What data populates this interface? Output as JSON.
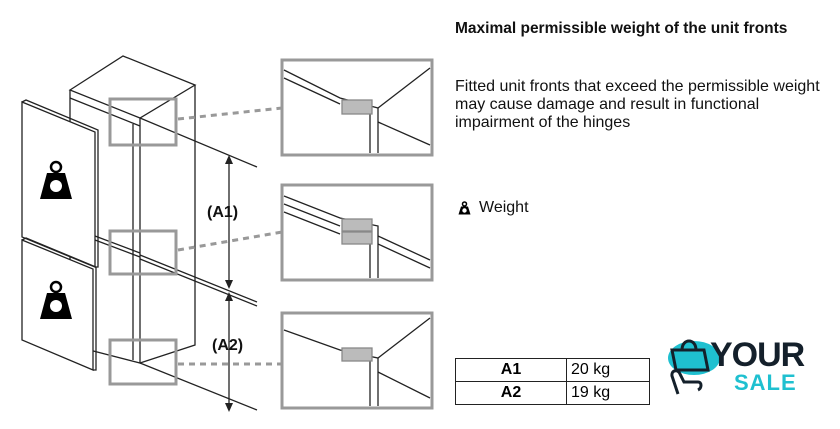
{
  "title": "Maximal permissible weight of the unit fronts",
  "description": "Fitted unit fronts that exceed the permissible weight may cause damage and result in functional impairment of the hinges",
  "legend": {
    "icon": "weight-icon",
    "label": "Weight"
  },
  "dimensions": {
    "a1_label": "(A1)",
    "a2_label": "(A2)"
  },
  "table": [
    {
      "key": "A1",
      "value": "20 kg"
    },
    {
      "key": "A2",
      "value": "19 kg"
    }
  ],
  "logo": {
    "line1": "YOUR",
    "line2": "SALE",
    "accent": "#1fc0d0",
    "dark": "#14202b"
  }
}
